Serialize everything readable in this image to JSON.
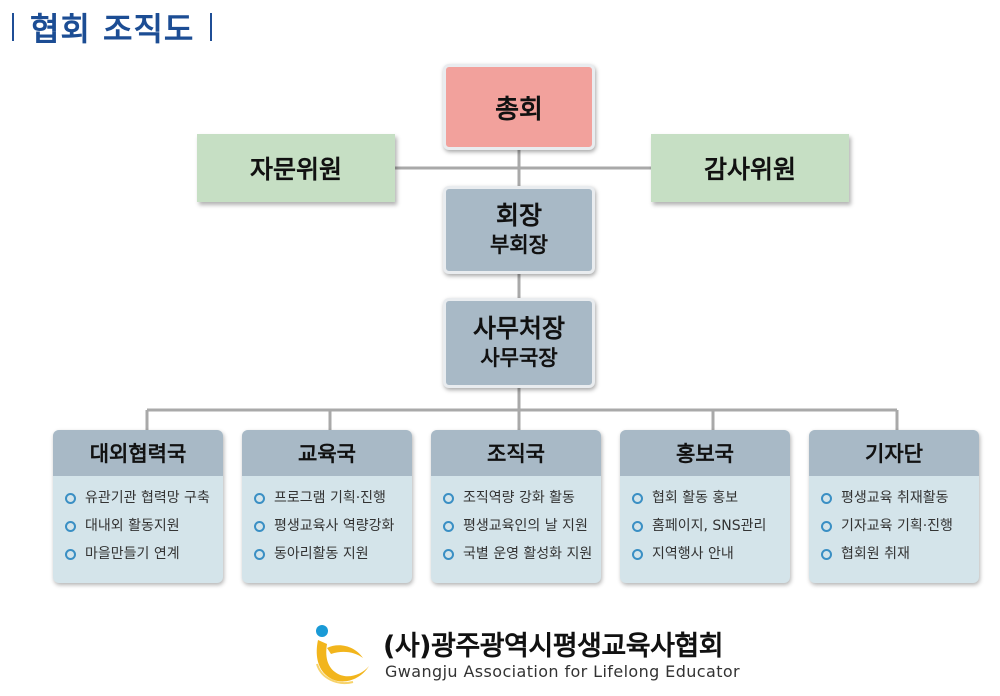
{
  "page": {
    "title": "협회 조직도"
  },
  "org": {
    "top": "총회",
    "advisors": "자문위원",
    "auditors": "감사위원",
    "president": {
      "line1": "회장",
      "line2": "부회장"
    },
    "secretariat": {
      "line1": "사무처장",
      "line2": "사무국장"
    },
    "departments": [
      {
        "name": "대외협력국",
        "items": [
          "유관기관 협력망 구축",
          "대내외 활동지원",
          "마을만들기 연계"
        ]
      },
      {
        "name": "교육국",
        "items": [
          "프로그램 기획·진행",
          "평생교육사 역량강화",
          "동아리활동 지원"
        ]
      },
      {
        "name": "조직국",
        "items": [
          "조직역량 강화 활동",
          "평생교육인의 날 지원",
          "국별 운영 활성화 지원"
        ]
      },
      {
        "name": "홍보국",
        "items": [
          "협회 활동 홍보",
          "홈페이지, SNS관리",
          "지역행사 안내"
        ]
      },
      {
        "name": "기자단",
        "items": [
          "평생교육 취재활동",
          "기자교육 기획·진행",
          "협회원 취재"
        ]
      }
    ]
  },
  "footer": {
    "org_name": "(사)광주광역시평생교육사협회",
    "org_name_en": "Gwangju Association for Lifelong Educator"
  },
  "colors": {
    "top_box": "#f2a19c",
    "side_box": "#c6dfc4",
    "gray_box": "#a8b9c6",
    "dept_body": "#d4e4ea",
    "title_blue": "#1c4d94",
    "bullet_blue": "#3a8fc4"
  }
}
